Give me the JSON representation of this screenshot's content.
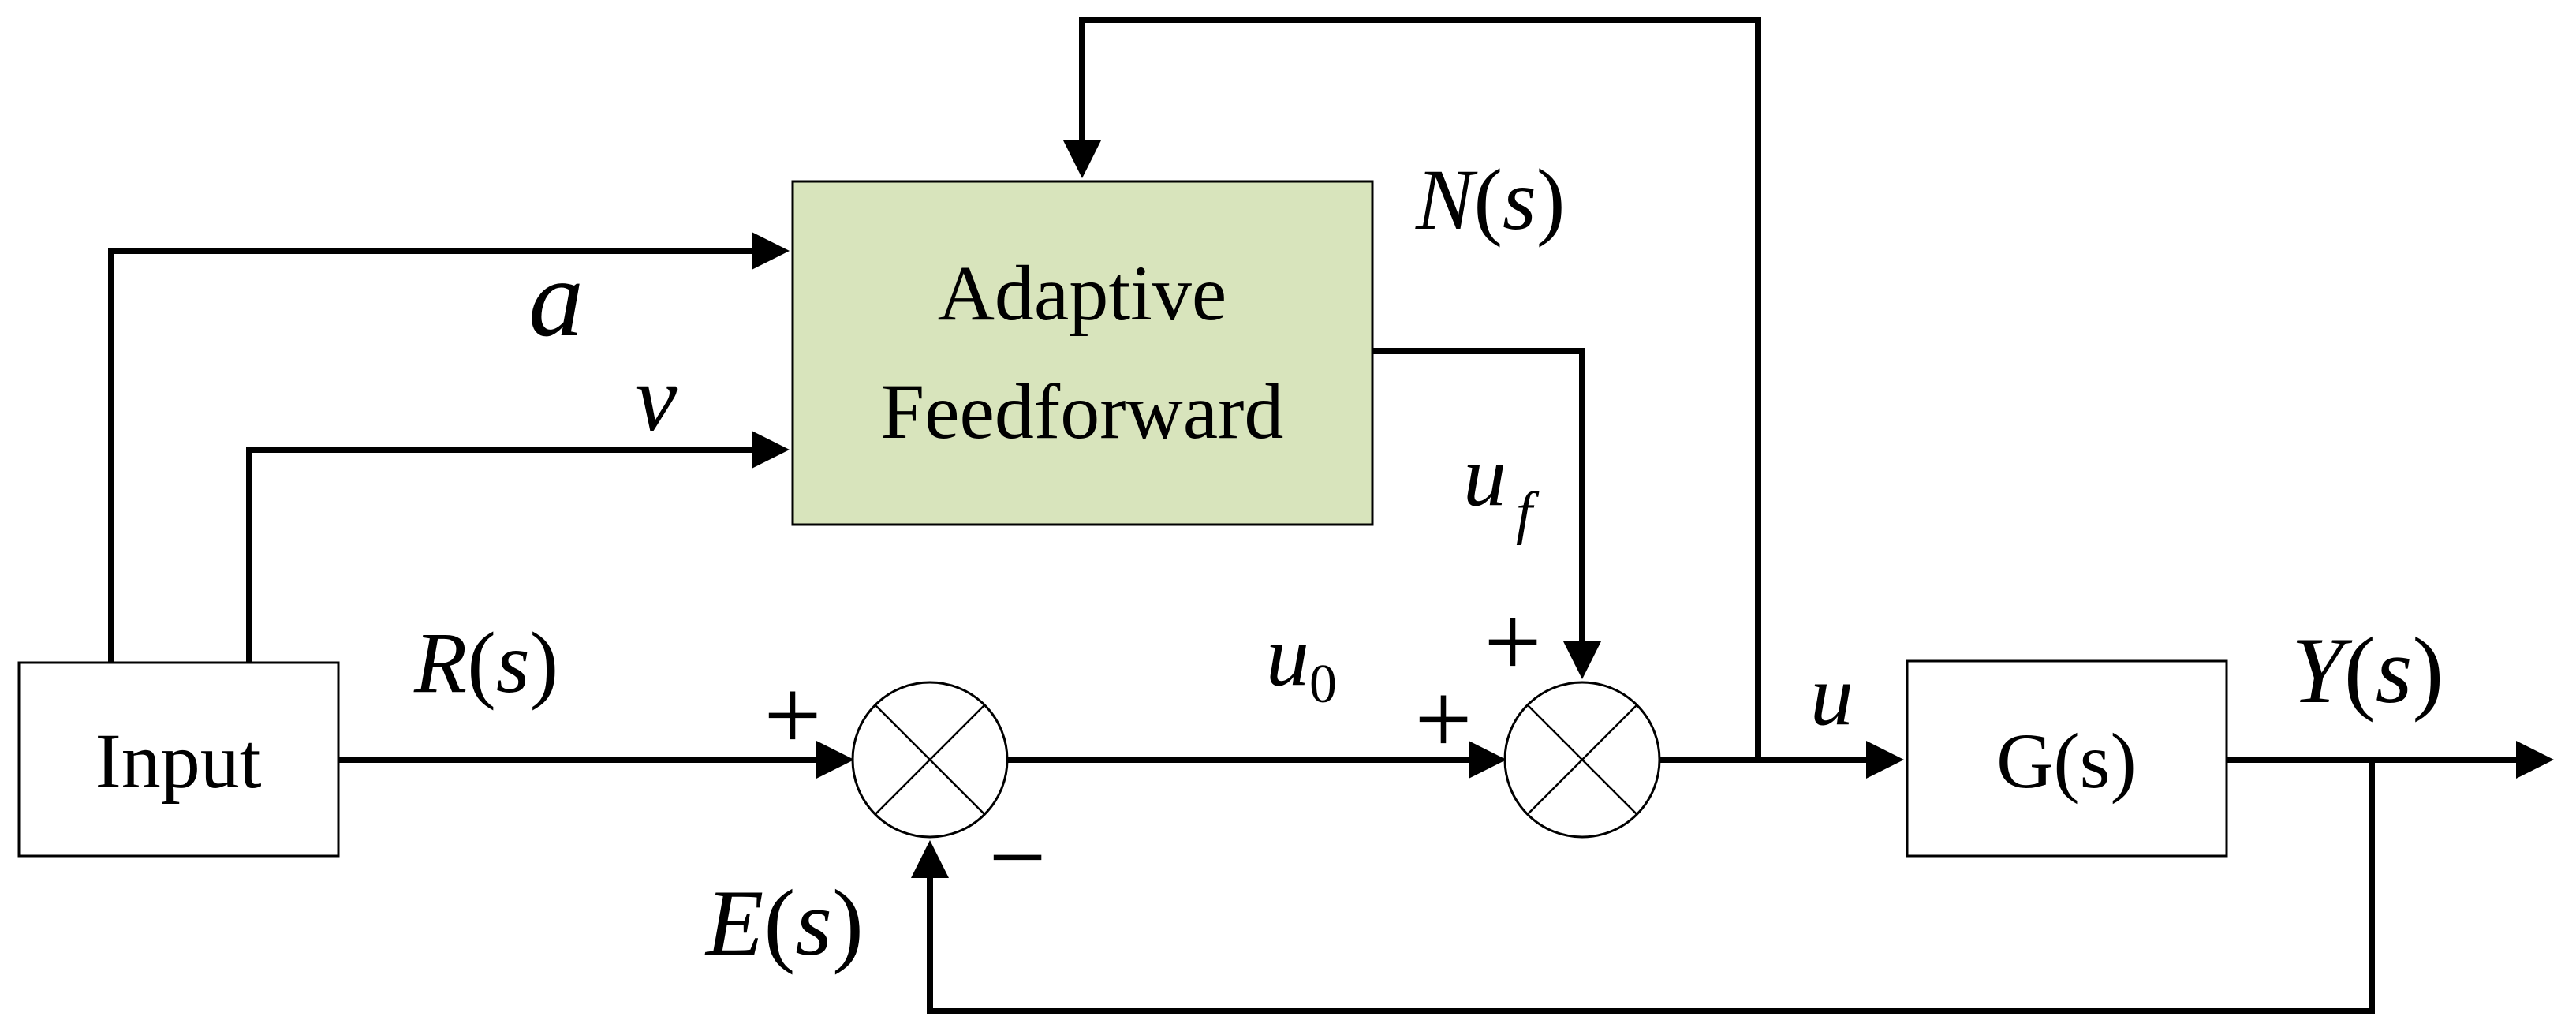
{
  "blocks": {
    "input": {
      "label": "Input",
      "fill": "#ffffff"
    },
    "feedforward": {
      "line1": "Adaptive",
      "line2": "Feedforward",
      "fill": "#d8e4bc"
    },
    "plant": {
      "label": "G(s)",
      "fill": "#ffffff"
    }
  },
  "signals": {
    "a": "a",
    "v": "v",
    "R": {
      "name": "R",
      "open": "(",
      "var": "s",
      "close": ")"
    },
    "E": {
      "name": "E",
      "open": "(",
      "var": "s",
      "close": ")"
    },
    "N": {
      "name": "N",
      "open": "(",
      "var": "s",
      "close": ")"
    },
    "Y": {
      "name": "Y",
      "open": "(",
      "var": "s",
      "close": ")"
    },
    "u0": {
      "base": "u",
      "sub": "0"
    },
    "uf": {
      "base": "u",
      "sub": "f"
    },
    "u": "u"
  },
  "signs": {
    "sum1_plus": "+",
    "sum1_minus": "−",
    "sum2_plus_left": "+",
    "sum2_plus_top": "+"
  }
}
